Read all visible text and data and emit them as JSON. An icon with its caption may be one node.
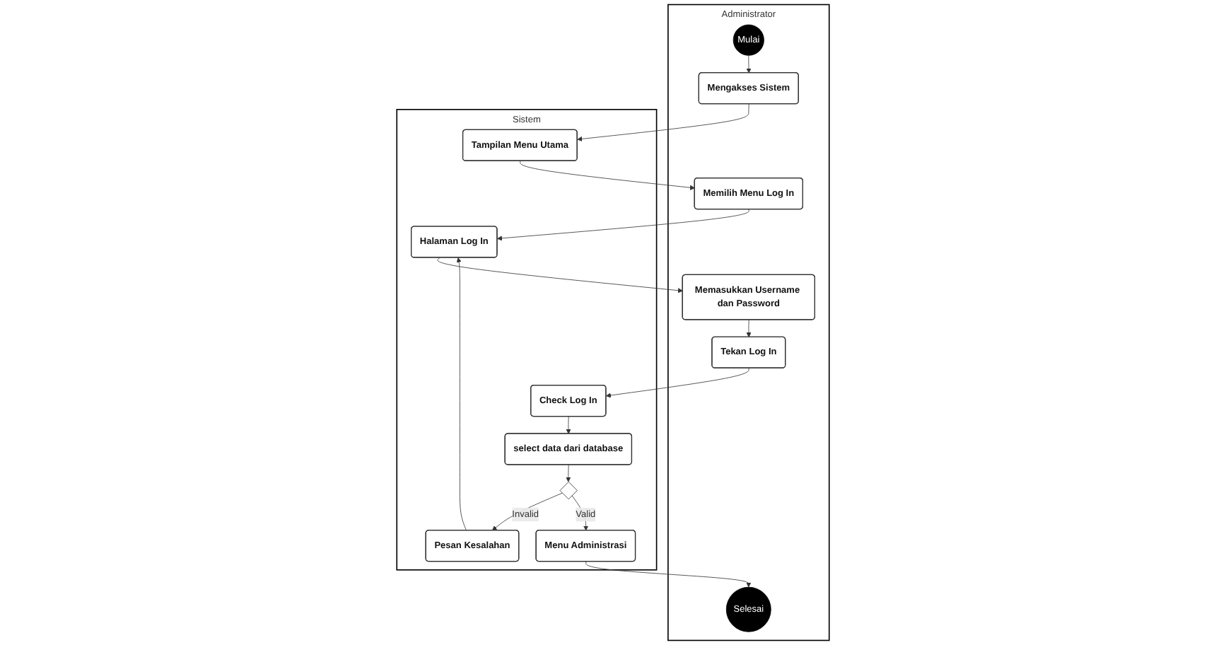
{
  "diagram": {
    "nodes": [
      {
        "text": [
          "Administrator"
        ]
      },
      {
        "text": [
          "Sistem"
        ]
      },
      {
        "text": [
          "Mulai"
        ],
        "in": 0
      },
      {
        "text": [
          "Mengakses Sistem"
        ],
        "in": 0
      },
      {
        "text": [
          "Tampilan Menu Utama"
        ],
        "in": 1
      },
      {
        "text": [
          "Memilih Menu Log In"
        ],
        "in": 0
      },
      {
        "text": [
          "Halaman Log In"
        ],
        "in": 1
      },
      {
        "text": [
          "Memasukkan Username dan Password"
        ],
        "in": 0
      },
      {
        "text": [
          "Pesan Kesalahan"
        ],
        "in": 1
      },
      {
        "text": [
          "Tekan Log In"
        ],
        "in": 0
      },
      {
        "text": [
          "Check Log In"
        ],
        "in": 1
      },
      {
        "text": [
          "select data dari database"
        ],
        "in": 1
      },
      {
        "text": [],
        "shape": "diamond",
        "in": 1
      },
      {
        "text": [
          "Menu Administrasi"
        ],
        "in": 1
      },
      {
        "text": [
          "Selesai"
        ],
        "in": 0
      }
    ],
    "edges": [
      {
        "from": 2,
        "to": 3,
        "arrow": "to"
      },
      {
        "from": 3,
        "to": 4,
        "arrow": "to"
      },
      {
        "from": 4,
        "to": 5,
        "arrow": "to"
      },
      {
        "from": 5,
        "to": 6,
        "arrow": "to"
      },
      {
        "from": 6,
        "to": 7,
        "arrow": "to"
      },
      {
        "from": 7,
        "to": 9,
        "arrow": "to"
      },
      {
        "from": 9,
        "to": 10,
        "arrow": "to"
      },
      {
        "from": 10,
        "to": 11,
        "arrow": "to"
      },
      {
        "from": 11,
        "to": 12,
        "arrow": "to"
      },
      {
        "from": 12,
        "to": 8,
        "arrow": "to",
        "label": "Invalid"
      },
      {
        "from": 8,
        "to": 6,
        "arrow": "to"
      },
      {
        "from": 12,
        "to": 13,
        "arrow": "to",
        "label": "Valid"
      },
      {
        "from": 13,
        "to": 14,
        "arrow": "to"
      }
    ]
  }
}
